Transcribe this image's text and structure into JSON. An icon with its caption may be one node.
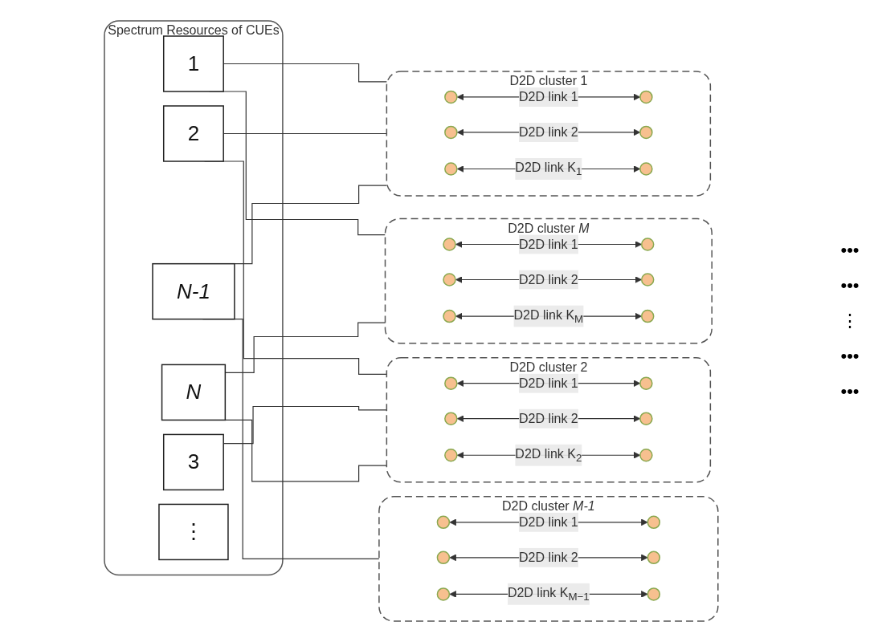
{
  "diagram": {
    "nodes": [
      {
        "text": [
          "Spectrum Resources of CUEs"
        ]
      },
      {
        "text": [
          "1"
        ],
        "in": 0
      },
      {
        "text": [
          "2"
        ],
        "in": 0
      },
      {
        "text": [
          "3"
        ],
        "in": 0
      },
      {
        "text": [
          "⋮"
        ],
        "in": 0
      },
      {
        "text": [
          "N-1"
        ],
        "in": 0
      },
      {
        "text": [
          "N"
        ],
        "in": 0
      },
      {
        "text": [
          "D2D cluster 1"
        ]
      },
      {
        "text": [],
        "shape": "circle",
        "in": 7
      },
      {
        "text": [],
        "shape": "circle",
        "in": 7
      },
      {
        "text": [],
        "shape": "circle",
        "in": 7
      },
      {
        "text": [],
        "shape": "circle",
        "in": 7
      },
      {
        "text": [],
        "shape": "circle",
        "in": 7
      },
      {
        "text": [],
        "shape": "circle",
        "in": 7
      },
      {
        "text": [
          "D2D cluster 2"
        ]
      },
      {
        "text": [],
        "shape": "circle",
        "in": 14
      },
      {
        "text": [],
        "shape": "circle",
        "in": 14
      },
      {
        "text": [],
        "shape": "circle",
        "in": 14
      },
      {
        "text": [],
        "shape": "circle",
        "in": 14
      },
      {
        "text": [],
        "shape": "circle",
        "in": 14
      },
      {
        "text": [],
        "shape": "circle",
        "in": 14
      },
      {
        "text": [
          "D2D cluster *M-1*"
        ]
      },
      {
        "text": [],
        "shape": "circle",
        "in": 21
      },
      {
        "text": [],
        "shape": "circle",
        "in": 21
      },
      {
        "text": [],
        "shape": "circle",
        "in": 21
      },
      {
        "text": [],
        "shape": "circle",
        "in": 21
      },
      {
        "text": [],
        "shape": "circle",
        "in": 21
      },
      {
        "text": [],
        "shape": "circle",
        "in": 21
      },
      {
        "text": [
          "D2D cluster *M*"
        ]
      },
      {
        "text": [],
        "shape": "circle",
        "in": 28
      },
      {
        "text": [],
        "shape": "circle",
        "in": 28
      },
      {
        "text": [],
        "shape": "circle",
        "in": 28
      },
      {
        "text": [],
        "shape": "circle",
        "in": 28
      },
      {
        "text": [],
        "shape": "circle",
        "in": 28
      },
      {
        "text": [],
        "shape": "circle",
        "in": 28
      }
    ],
    "edges": [
      {
        "from": 1,
        "to": 7,
        "arrow": "none"
      },
      {
        "from": 1,
        "to": 28,
        "arrow": "none"
      },
      {
        "from": 2,
        "to": 7,
        "arrow": "none"
      },
      {
        "from": 2,
        "to": 14,
        "arrow": "none"
      },
      {
        "from": 3,
        "to": 14,
        "arrow": "none"
      },
      {
        "from": 5,
        "to": 7,
        "arrow": "none"
      },
      {
        "from": 5,
        "to": 21,
        "arrow": "none"
      },
      {
        "from": 6,
        "to": 14,
        "arrow": "none"
      },
      {
        "from": 6,
        "to": 28,
        "arrow": "none"
      },
      {
        "from": 8,
        "to": 9,
        "arrow": "both",
        "label": "D2D link 1"
      },
      {
        "from": 10,
        "to": 11,
        "arrow": "both",
        "label": "D2D link 2"
      },
      {
        "from": 12,
        "to": 13,
        "arrow": "both",
        "label": "D2D link K$_{1}$"
      },
      {
        "from": 15,
        "to": 16,
        "arrow": "both",
        "label": "D2D link 1"
      },
      {
        "from": 17,
        "to": 18,
        "arrow": "both",
        "label": "D2D link 2"
      },
      {
        "from": 19,
        "to": 20,
        "arrow": "both",
        "label": "D2D link K$_{2}$"
      },
      {
        "from": 22,
        "to": 23,
        "arrow": "both",
        "label": "D2D link 1"
      },
      {
        "from": 24,
        "to": 25,
        "arrow": "both",
        "label": "D2D link 2"
      },
      {
        "from": 26,
        "to": 27,
        "arrow": "both",
        "label": "D2D link K$_{M−1}$"
      },
      {
        "from": 29,
        "to": 30,
        "arrow": "both",
        "label": "D2D link 1"
      },
      {
        "from": 31,
        "to": 32,
        "arrow": "both",
        "label": "D2D link 2"
      },
      {
        "from": 33,
        "to": 34,
        "arrow": "both",
        "label": "D2D link K$_{M}$"
      }
    ],
    "labels": [
      "•••",
      "•••",
      "⋮",
      "•••",
      "•••"
    ]
  }
}
